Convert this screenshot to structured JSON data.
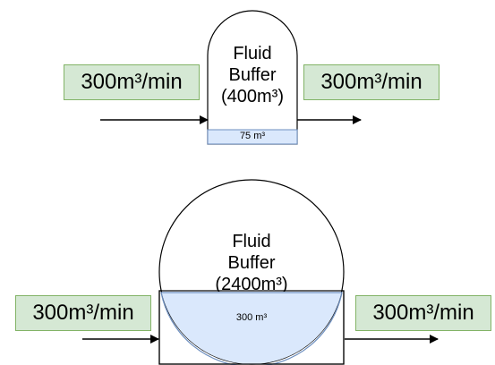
{
  "diagram": {
    "small": {
      "inflow": "300m³/min",
      "outflow": "300m³/min",
      "title_line1": "Fluid",
      "title_line2": "Buffer",
      "capacity": "(400m³)",
      "level": "75 m³",
      "fill_color": "#dae8fc",
      "fill_stroke": "#6c8ebf"
    },
    "large": {
      "inflow": "300m³/min",
      "outflow": "300m³/min",
      "title_line1": "Fluid",
      "title_line2": "Buffer",
      "capacity": "(2400m³)",
      "level": "300 m³",
      "fill_color": "#dae8fc",
      "fill_stroke": "#6c8ebf"
    },
    "rate_box_color": "#d5e8d4",
    "rate_box_border": "#82b366"
  }
}
